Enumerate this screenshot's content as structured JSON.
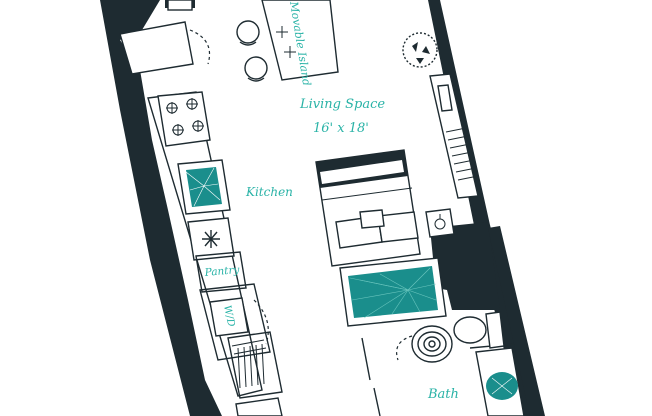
{
  "rooms": {
    "movable_island": "Movable Island",
    "living_space": "Living Space",
    "living_dims": "16' x 18'",
    "kitchen": "Kitchen",
    "pantry": "Pantry",
    "wd": "W/D",
    "bath": "Bath"
  },
  "colors": {
    "wall": "#1e2b31",
    "accent": "#1a8e8c",
    "label": "#2ab3a7"
  }
}
